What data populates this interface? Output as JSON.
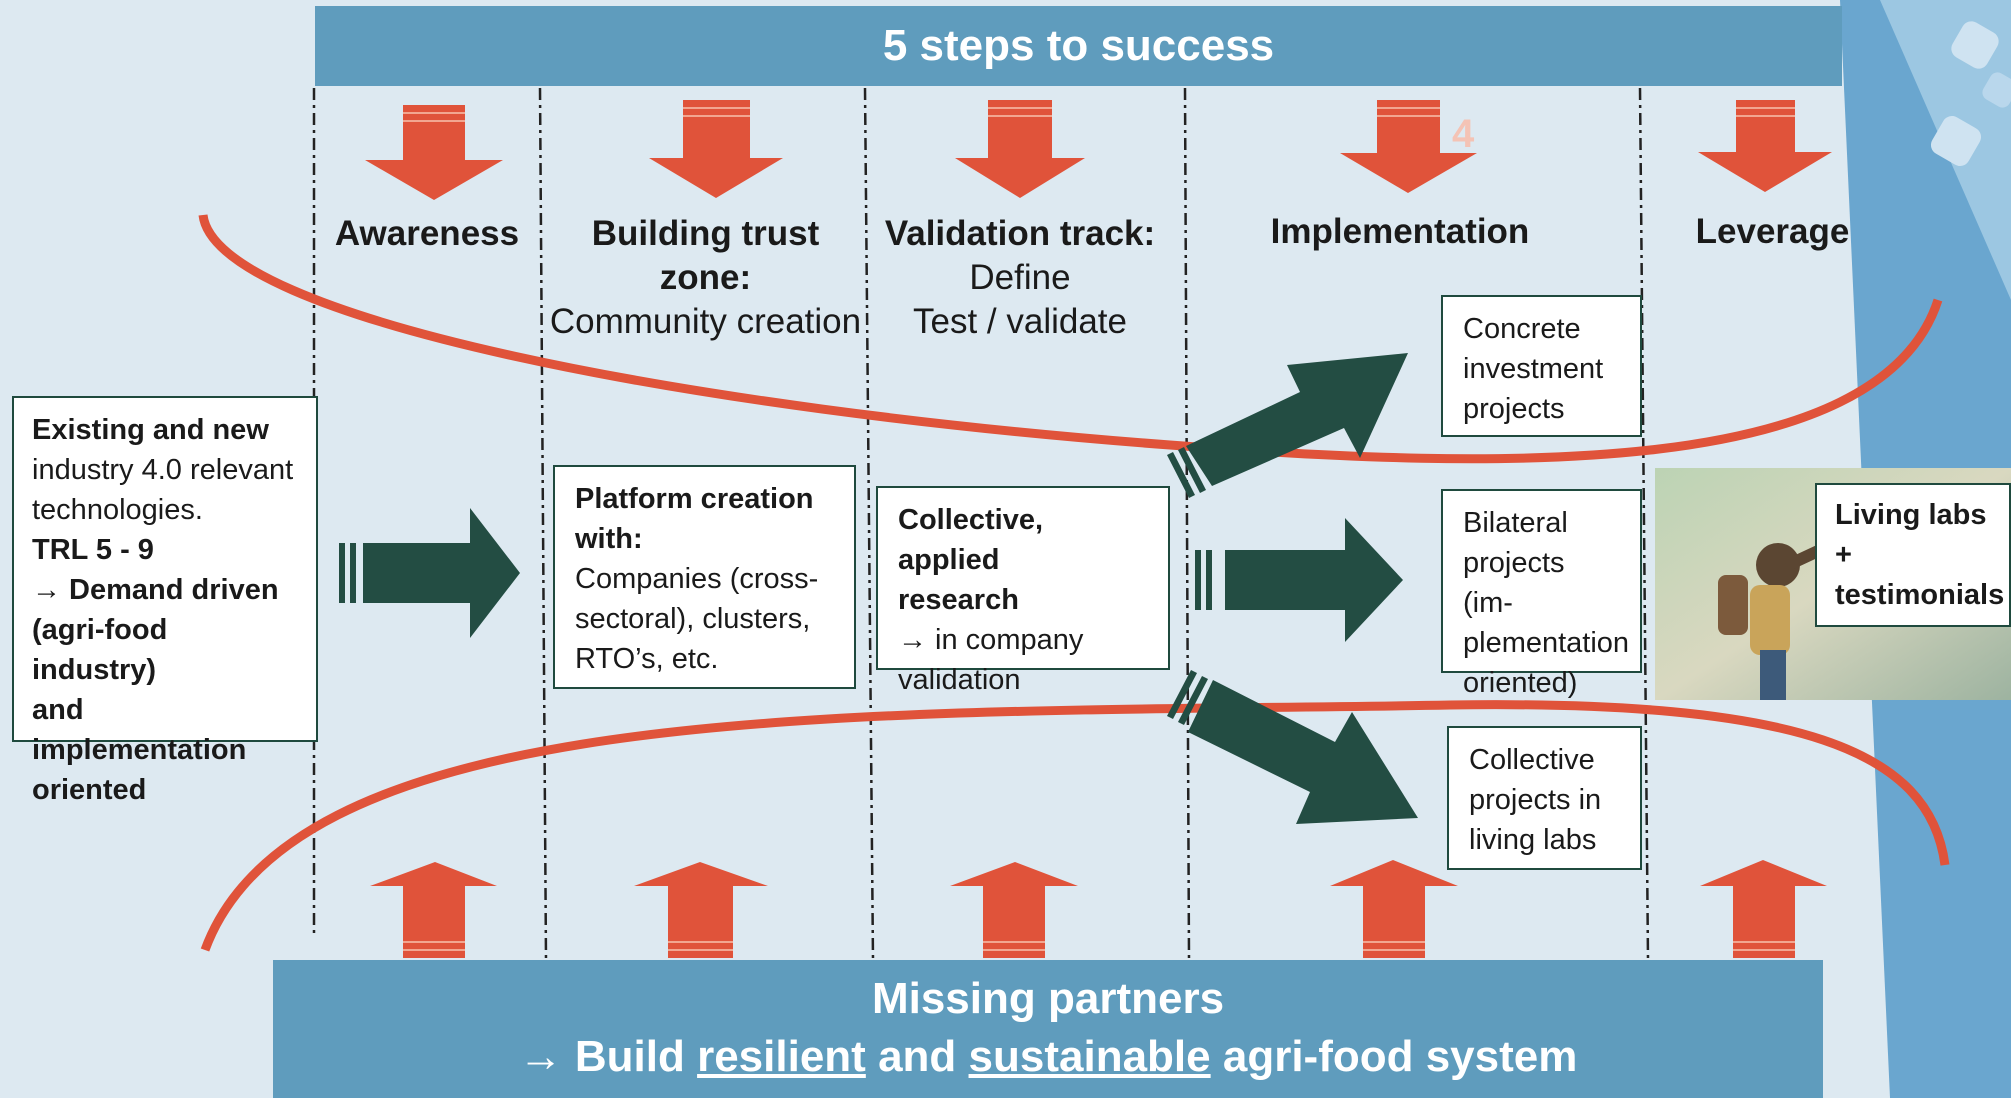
{
  "header": {
    "title": "5 steps to success"
  },
  "steps": [
    {
      "name": "Awareness",
      "sub": []
    },
    {
      "name": "Building trust zone:",
      "sub": [
        "Community creation"
      ]
    },
    {
      "name": "Validation track:",
      "sub": [
        "Define",
        "Test / validate"
      ]
    },
    {
      "name": "Implementation",
      "sub": []
    },
    {
      "name": "Leverage",
      "sub": []
    }
  ],
  "arrow_overlay_number": "4",
  "input_box": {
    "bold1": "Existing and new",
    "line2": "industry 4.0 relevant",
    "line3": "technologies.",
    "bold4": "TRL 5 - 9",
    "bold5": "→ Demand driven",
    "bold6": "(agri-food industry)",
    "bold7": "and implementation",
    "bold8": "oriented"
  },
  "platform_box": {
    "bold1": "Platform creation",
    "bold2": "with:",
    "line3": "Companies  (cross-",
    "line4": "sectoral), clusters,",
    "line5": "RTO’s, etc."
  },
  "research_box": {
    "bold1": "Collective, applied",
    "bold2": "research",
    "line3": "→ in company",
    "line4": "validation"
  },
  "outcomes": [
    {
      "lines": [
        "Concrete",
        "investment",
        "projects"
      ]
    },
    {
      "lines": [
        "Bilateral",
        "projects (im-",
        "plementation",
        "oriented)"
      ]
    },
    {
      "lines": [
        "Collective",
        "projects in",
        "living  labs"
      ]
    }
  ],
  "living_labs": {
    "line1": "Living labs",
    "line2": "+",
    "line3": "testimonials"
  },
  "footer": {
    "line1": "Missing partners",
    "arrow": "→",
    "word_build": "Build",
    "word_resilient": "resilient",
    "word_and": "and",
    "word_sustainable": "sustainable",
    "word_rest": "agri-food system"
  },
  "colors": {
    "banner": "#5f9cbd",
    "orange": "#e0533a",
    "dark_green": "#234d43",
    "background": "#dde9f1"
  }
}
